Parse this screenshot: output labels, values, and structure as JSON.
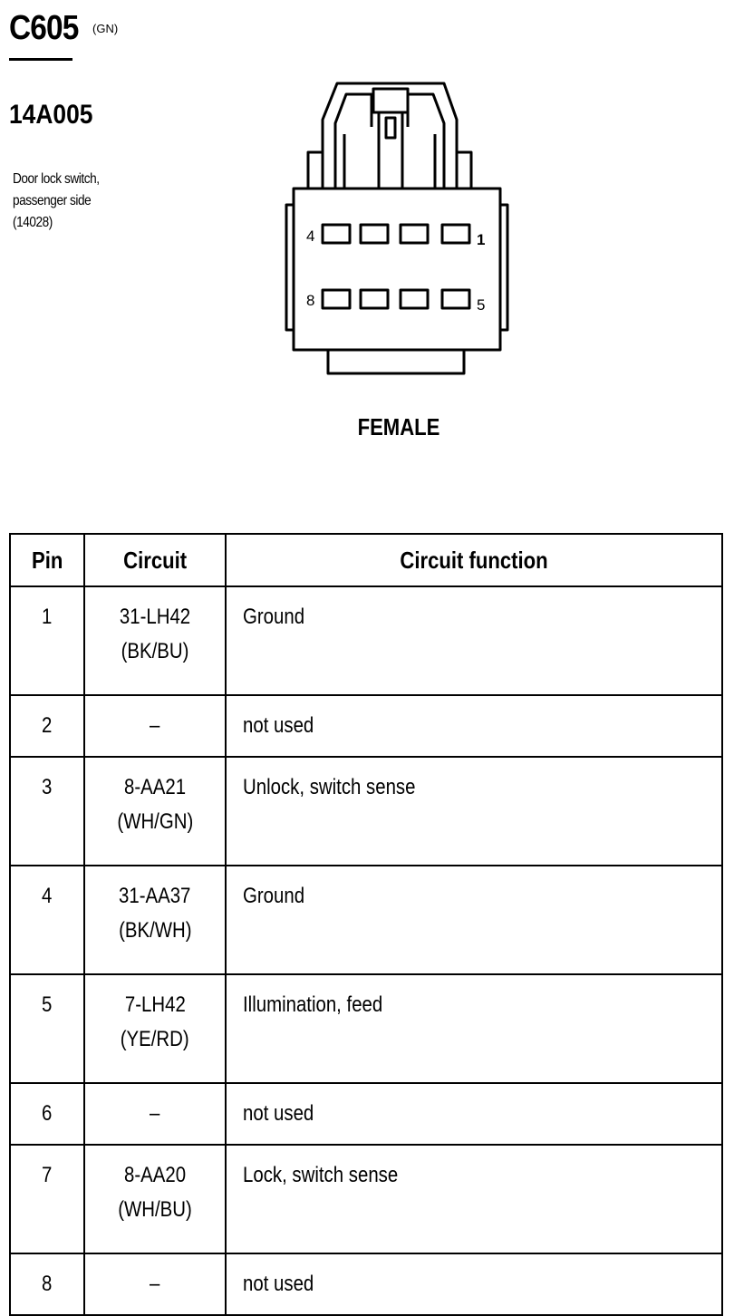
{
  "header": {
    "connector_id": "C605",
    "connector_color": "(GN)",
    "part_number": "14A005",
    "description_lines": [
      "Door lock switch,",
      "passenger side",
      "(14028)"
    ]
  },
  "diagram": {
    "pin_labels": {
      "top_left": "4",
      "top_right": "1",
      "bottom_left": "8",
      "bottom_right": "5"
    },
    "gender": "FEMALE"
  },
  "table": {
    "headers": {
      "pin": "Pin",
      "circuit": "Circuit",
      "function": "Circuit function"
    },
    "rows": [
      {
        "pin": "1",
        "circuit": "31-LH42",
        "wire": "(BK/BU)",
        "function": "Ground"
      },
      {
        "pin": "2",
        "circuit": "–",
        "wire": "",
        "function": "not used"
      },
      {
        "pin": "3",
        "circuit": "8-AA21",
        "wire": "(WH/GN)",
        "function": "Unlock, switch sense"
      },
      {
        "pin": "4",
        "circuit": "31-AA37",
        "wire": "(BK/WH)",
        "function": "Ground"
      },
      {
        "pin": "5",
        "circuit": "7-LH42",
        "wire": "(YE/RD)",
        "function": "Illumination, feed"
      },
      {
        "pin": "6",
        "circuit": "–",
        "wire": "",
        "function": "not used"
      },
      {
        "pin": "7",
        "circuit": "8-AA20",
        "wire": "(WH/BU)",
        "function": "Lock, switch sense"
      },
      {
        "pin": "8",
        "circuit": "–",
        "wire": "",
        "function": "not used"
      }
    ]
  }
}
